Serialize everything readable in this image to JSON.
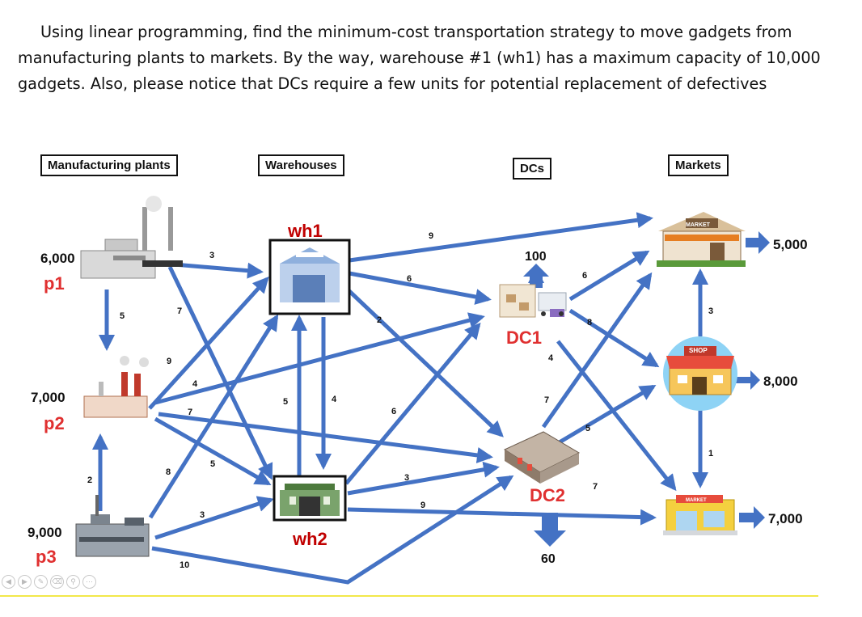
{
  "problem": {
    "line1": "Using linear programming, find the minimum-cost transportation strategy to move gadgets from",
    "line2": "manufacturing plants to markets. By the way, warehouse #1 (wh1) has a maximum capacity of 10,000",
    "line3": "gadgets. Also, please notice that DCs require a few units for potential replacement of defectives"
  },
  "headers": {
    "plants": "Manufacturing plants",
    "warehouses": "Warehouses",
    "dcs": "DCs",
    "markets": "Markets"
  },
  "plants": [
    {
      "id": "p1",
      "supply": "6,000"
    },
    {
      "id": "p2",
      "supply": "7,000"
    },
    {
      "id": "p3",
      "supply": "9,000"
    }
  ],
  "warehouses": [
    {
      "id": "wh1"
    },
    {
      "id": "wh2"
    }
  ],
  "dcs": [
    {
      "id": "DC1",
      "requirement": "100"
    },
    {
      "id": "DC2",
      "requirement": "60"
    }
  ],
  "markets": [
    {
      "id": "m1",
      "demand": "5,000",
      "sign": "MARKET"
    },
    {
      "id": "m2",
      "demand": "8,000",
      "sign": "SHOP"
    },
    {
      "id": "m3",
      "demand": "7,000",
      "sign": "MARKET"
    }
  ],
  "costs": [
    {
      "from": "p1",
      "to": "p2",
      "cost": "5"
    },
    {
      "from": "p1",
      "to": "wh1",
      "cost": "3"
    },
    {
      "from": "p1",
      "to": "wh2",
      "cost": "7"
    },
    {
      "from": "p2",
      "to": "wh1",
      "cost": "9"
    },
    {
      "from": "p2",
      "to": "wh2",
      "cost": "5"
    },
    {
      "from": "p2",
      "to": "DC1",
      "cost": "4"
    },
    {
      "from": "p2",
      "to": "DC2",
      "cost": "7"
    },
    {
      "from": "p3",
      "to": "p2",
      "cost": "2"
    },
    {
      "from": "p3",
      "to": "wh1",
      "cost": "8"
    },
    {
      "from": "p3",
      "to": "wh2",
      "cost": "3"
    },
    {
      "from": "p3",
      "to": "DC2",
      "cost": "10"
    },
    {
      "from": "wh1",
      "to": "wh2",
      "cost": "4"
    },
    {
      "from": "wh2",
      "to": "wh1",
      "cost": "5"
    },
    {
      "from": "wh1",
      "to": "DC1",
      "cost": "6"
    },
    {
      "from": "wh1",
      "to": "DC2",
      "cost": "2"
    },
    {
      "from": "wh1",
      "to": "m1",
      "cost": "9"
    },
    {
      "from": "wh2",
      "to": "DC1",
      "cost": "6"
    },
    {
      "from": "wh2",
      "to": "DC2",
      "cost": "3"
    },
    {
      "from": "wh2",
      "to": "m3",
      "cost": "9"
    },
    {
      "from": "DC1",
      "to": "m1",
      "cost": "6"
    },
    {
      "from": "DC1",
      "to": "m2",
      "cost": "8"
    },
    {
      "from": "DC1",
      "to": "m3",
      "cost": "4"
    },
    {
      "from": "DC2",
      "to": "m1",
      "cost": "7"
    },
    {
      "from": "DC2",
      "to": "m2",
      "cost": "5"
    },
    {
      "from": "m2",
      "to": "m1",
      "cost": "3"
    },
    {
      "from": "m2",
      "to": "m3",
      "cost": "1"
    }
  ],
  "colors": {
    "arrow": "#4472C4",
    "plant_label": "#E03030",
    "dc_label": "#E03030",
    "warehouse_label": "#C00000",
    "baseline": "#F2E84A"
  },
  "toolbar_icons": [
    "prev-icon",
    "next-icon",
    "pen-icon",
    "eraser-icon",
    "zoom-icon",
    "more-icon"
  ]
}
